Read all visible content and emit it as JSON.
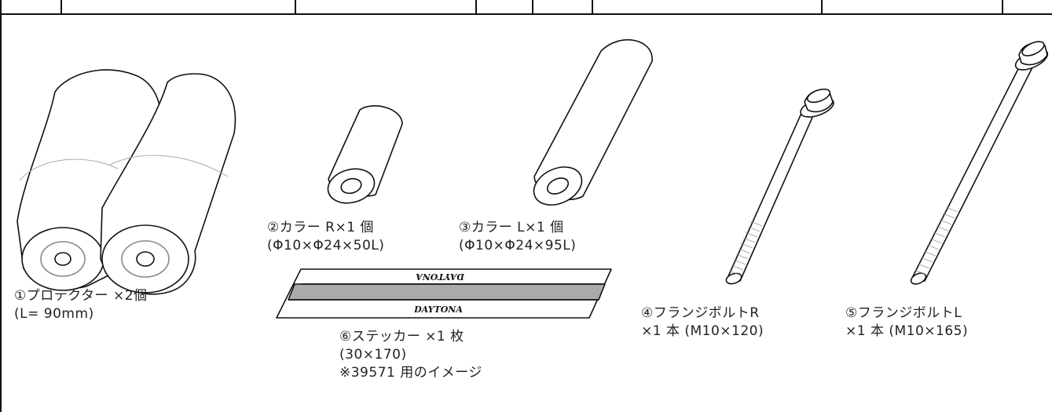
{
  "parts": [
    {
      "id": "protector",
      "line1": "①プロテクター ×2個",
      "line2": "(L= 90mm)"
    },
    {
      "id": "collar-r",
      "line1": "②カラー R×1 個",
      "line2": "(Φ10×Φ24×50L)"
    },
    {
      "id": "collar-l",
      "line1": "③カラー L×1 個",
      "line2": "(Φ10×Φ24×95L)"
    },
    {
      "id": "flange-bolt-r",
      "line1": "④フランジボルトR",
      "line2": "×1 本 (M10×120)"
    },
    {
      "id": "flange-bolt-l",
      "line1": "⑤フランジボルトL",
      "line2": "×1 本 (M10×165)"
    },
    {
      "id": "sticker",
      "line1": "⑥ステッカー ×1 枚",
      "line2": "(30×170)",
      "line3": "※39571 用のイメージ"
    }
  ],
  "sticker_brand_text": "DAYTONA"
}
